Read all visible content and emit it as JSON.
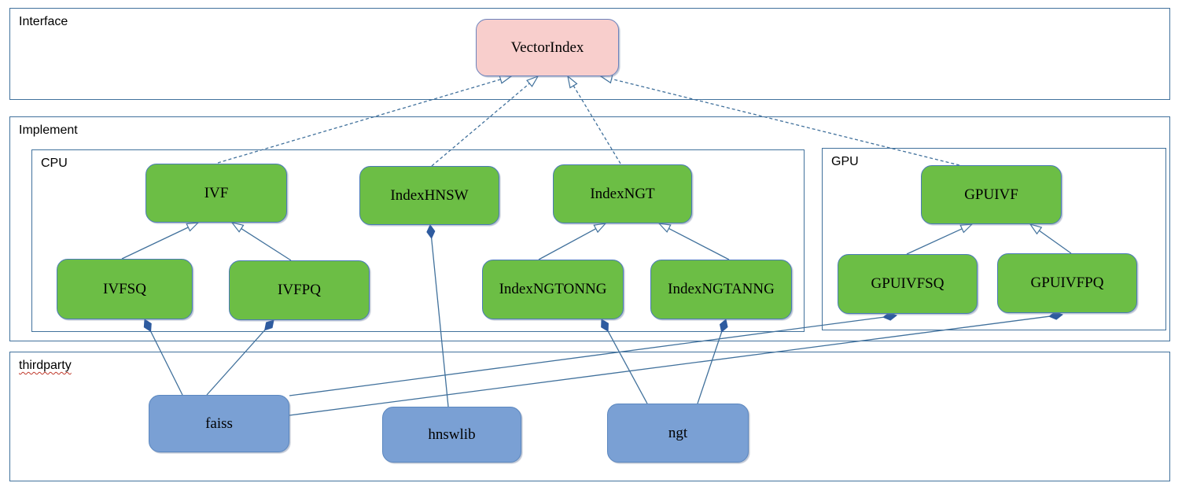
{
  "diagram": {
    "containers": [
      {
        "id": "interface",
        "label": "Interface"
      },
      {
        "id": "implement",
        "label": "Implement"
      },
      {
        "id": "cpu",
        "label": "CPU"
      },
      {
        "id": "gpu",
        "label": "GPU"
      },
      {
        "id": "thirdparty",
        "label": "thirdparty",
        "misspelled": true
      }
    ],
    "nodes": [
      {
        "id": "VectorIndex",
        "label": "VectorIndex",
        "kind": "interface",
        "container": "interface"
      },
      {
        "id": "IVF",
        "label": "IVF",
        "kind": "class",
        "container": "cpu"
      },
      {
        "id": "IndexHNSW",
        "label": "IndexHNSW",
        "kind": "class",
        "container": "cpu"
      },
      {
        "id": "IndexNGT",
        "label": "IndexNGT",
        "kind": "class",
        "container": "cpu"
      },
      {
        "id": "IVFSQ",
        "label": "IVFSQ",
        "kind": "class",
        "container": "cpu"
      },
      {
        "id": "IVFPQ",
        "label": "IVFPQ",
        "kind": "class",
        "container": "cpu"
      },
      {
        "id": "IndexNGTONNG",
        "label": "IndexNGTONNG",
        "kind": "class",
        "container": "cpu"
      },
      {
        "id": "IndexNGTANNG",
        "label": "IndexNGTANNG",
        "kind": "class",
        "container": "cpu"
      },
      {
        "id": "GPUIVF",
        "label": "GPUIVF",
        "kind": "class",
        "container": "gpu"
      },
      {
        "id": "GPUIVFSQ",
        "label": "GPUIVFSQ",
        "kind": "class",
        "container": "gpu"
      },
      {
        "id": "GPUIVFPQ",
        "label": "GPUIVFPQ",
        "kind": "class",
        "container": "gpu"
      },
      {
        "id": "faiss",
        "label": "faiss",
        "kind": "library",
        "container": "thirdparty"
      },
      {
        "id": "hnswlib",
        "label": "hnswlib",
        "kind": "library",
        "container": "thirdparty"
      },
      {
        "id": "ngt",
        "label": "ngt",
        "kind": "library",
        "container": "thirdparty"
      }
    ],
    "edges": [
      {
        "from": "IVF",
        "to": "VectorIndex",
        "type": "realization"
      },
      {
        "from": "IndexHNSW",
        "to": "VectorIndex",
        "type": "realization"
      },
      {
        "from": "IndexNGT",
        "to": "VectorIndex",
        "type": "realization"
      },
      {
        "from": "GPUIVF",
        "to": "VectorIndex",
        "type": "realization"
      },
      {
        "from": "IVFSQ",
        "to": "IVF",
        "type": "generalization"
      },
      {
        "from": "IVFPQ",
        "to": "IVF",
        "type": "generalization"
      },
      {
        "from": "IndexNGTONNG",
        "to": "IndexNGT",
        "type": "generalization"
      },
      {
        "from": "IndexNGTANNG",
        "to": "IndexNGT",
        "type": "generalization"
      },
      {
        "from": "GPUIVFSQ",
        "to": "GPUIVF",
        "type": "generalization"
      },
      {
        "from": "GPUIVFPQ",
        "to": "GPUIVF",
        "type": "generalization"
      },
      {
        "from": "faiss",
        "to": "IVFSQ",
        "type": "composition"
      },
      {
        "from": "faiss",
        "to": "IVFPQ",
        "type": "composition"
      },
      {
        "from": "hnswlib",
        "to": "IndexHNSW",
        "type": "composition"
      },
      {
        "from": "ngt",
        "to": "IndexNGTONNG",
        "type": "composition"
      },
      {
        "from": "ngt",
        "to": "IndexNGTANNG",
        "type": "composition"
      },
      {
        "from": "faiss",
        "to": "GPUIVFSQ",
        "type": "composition"
      },
      {
        "from": "faiss",
        "to": "GPUIVFPQ",
        "type": "composition"
      }
    ],
    "colors": {
      "class_fill": "#6cbe45",
      "class_border": "#4a7ab8",
      "interface_fill": "#f8cecc",
      "interface_border": "#6c83bd",
      "library_fill": "#7aa0d4",
      "library_border": "#5b87bf",
      "container_border": "#41719c",
      "edge": "#41719c",
      "diamond_fill": "#2e5b9f",
      "text": "#000000",
      "misspell_underline": "#c0392b"
    }
  }
}
